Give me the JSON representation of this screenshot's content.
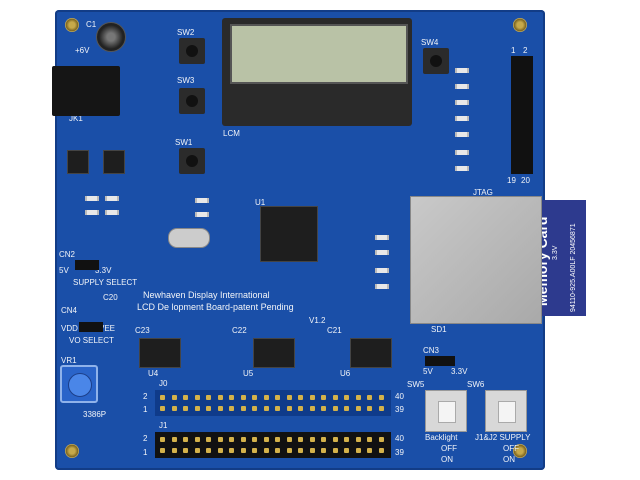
{
  "board": {
    "title_line1": "Newhaven Display International",
    "title_line2": "LCD De  lopment Board-patent Pending",
    "color": "#1a4fa8",
    "labels": {
      "jk1": "JK1",
      "plus6v": "+6V",
      "c1": "C1",
      "supply_select": "SUPPLY SELECT",
      "cn2": "CN2",
      "v5": "5V",
      "v33": "3.3V",
      "vo_select": "VO SELECT",
      "cn4": "CN4",
      "vdd": "VDD",
      "vee": "VEE",
      "vr1": "VR1",
      "pot": "3386P",
      "lcm": "LCM",
      "jtag": "JTAG",
      "sd1": "SD1",
      "cn3": "CN3",
      "sw1": "SW1",
      "sw2": "SW2",
      "sw3": "SW3",
      "sw4": "SW4",
      "sw5": "SW5",
      "sw6": "SW6",
      "u1": "U1",
      "u4": "U4",
      "u5": "U5",
      "u6": "U6",
      "j0": "J0",
      "j1": "J1",
      "backlight": "Backlight",
      "j1j2_supply": "J1&J2 SUPPLY",
      "off": "OFF",
      "on": "ON",
      "pin1": "1",
      "pin2": "2",
      "pin19": "19",
      "pin20": "20",
      "pin39": "39",
      "pin40": "40",
      "c20": "C20",
      "c23": "C23",
      "c22": "C22",
      "c21": "C21",
      "v12": "V1.2"
    }
  },
  "memory_card": {
    "label": "Memory Card",
    "voltage": "3.3V",
    "part": "94110-925.A00LF 20456871"
  }
}
